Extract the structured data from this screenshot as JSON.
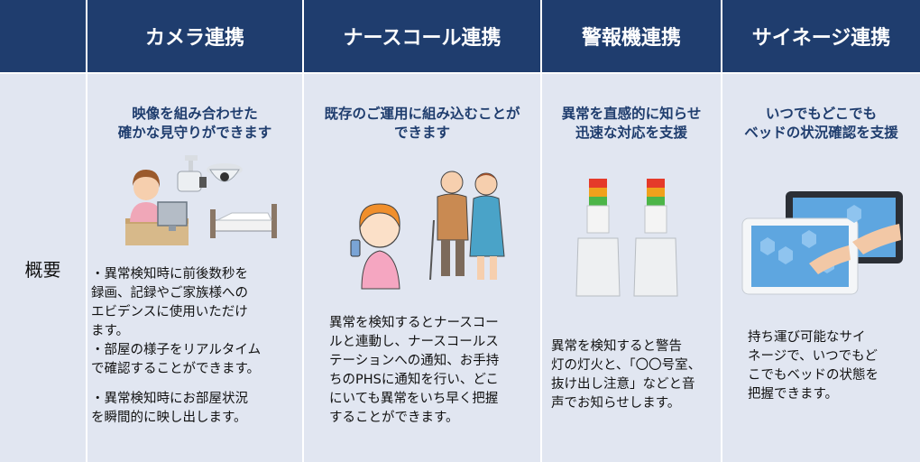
{
  "header": {
    "col1": "カメラ連携",
    "col2": "ナースコール連携",
    "col3": "警報機連携",
    "col4": "サイネージ連携"
  },
  "row_label": "概要",
  "columns": [
    {
      "title_lines": [
        "映像を組み合わせた",
        "確かな見守りができます"
      ],
      "desc_lines": [
        "・異常検知時に前後数秒を",
        "録画、記録やご家族様への",
        "エビデンスに使用いただけ",
        "ます。",
        "・部屋の様子をリアルタイム",
        "で確認することができます。",
        "・異常検知時にお部屋状況",
        "を瞬間的に映し出します。"
      ]
    },
    {
      "title_lines": [
        "既存のご運用に組み込むことが",
        "できます"
      ],
      "desc_lines": [
        "異常を検知するとナースコー",
        "ルと連動し、ナースコールス",
        "テーションへの通知、お手持",
        "ちのPHSに通知を行い、どこ",
        "にいても異常をいち早く把握",
        "することができます。"
      ]
    },
    {
      "title_lines": [
        "異常を直感的に知らせ",
        "迅速な対応を支援"
      ],
      "desc_lines": [
        "異常を検知すると警告",
        "灯の灯火と、「〇〇号室、",
        "抜け出し注意」などと音",
        "声でお知らせします。"
      ]
    },
    {
      "title_lines": [
        "いつでもどこでも",
        "ベッドの状況確認を支援"
      ],
      "desc_lines": [
        "持ち運び可能なサイ",
        "ネージで、いつでもど",
        "こでもベッドの状態を",
        "把握できます。"
      ]
    }
  ],
  "colors": {
    "header_bg": "#1f3d6e",
    "body_bg": "#e1e6f1",
    "title_text": "#1f3d6e"
  },
  "icons": [
    "staff-camera-bed-illustration",
    "nurse-phone-elderly-illustration",
    "signal-tower-light-illustration",
    "tablet-signage-illustration"
  ]
}
